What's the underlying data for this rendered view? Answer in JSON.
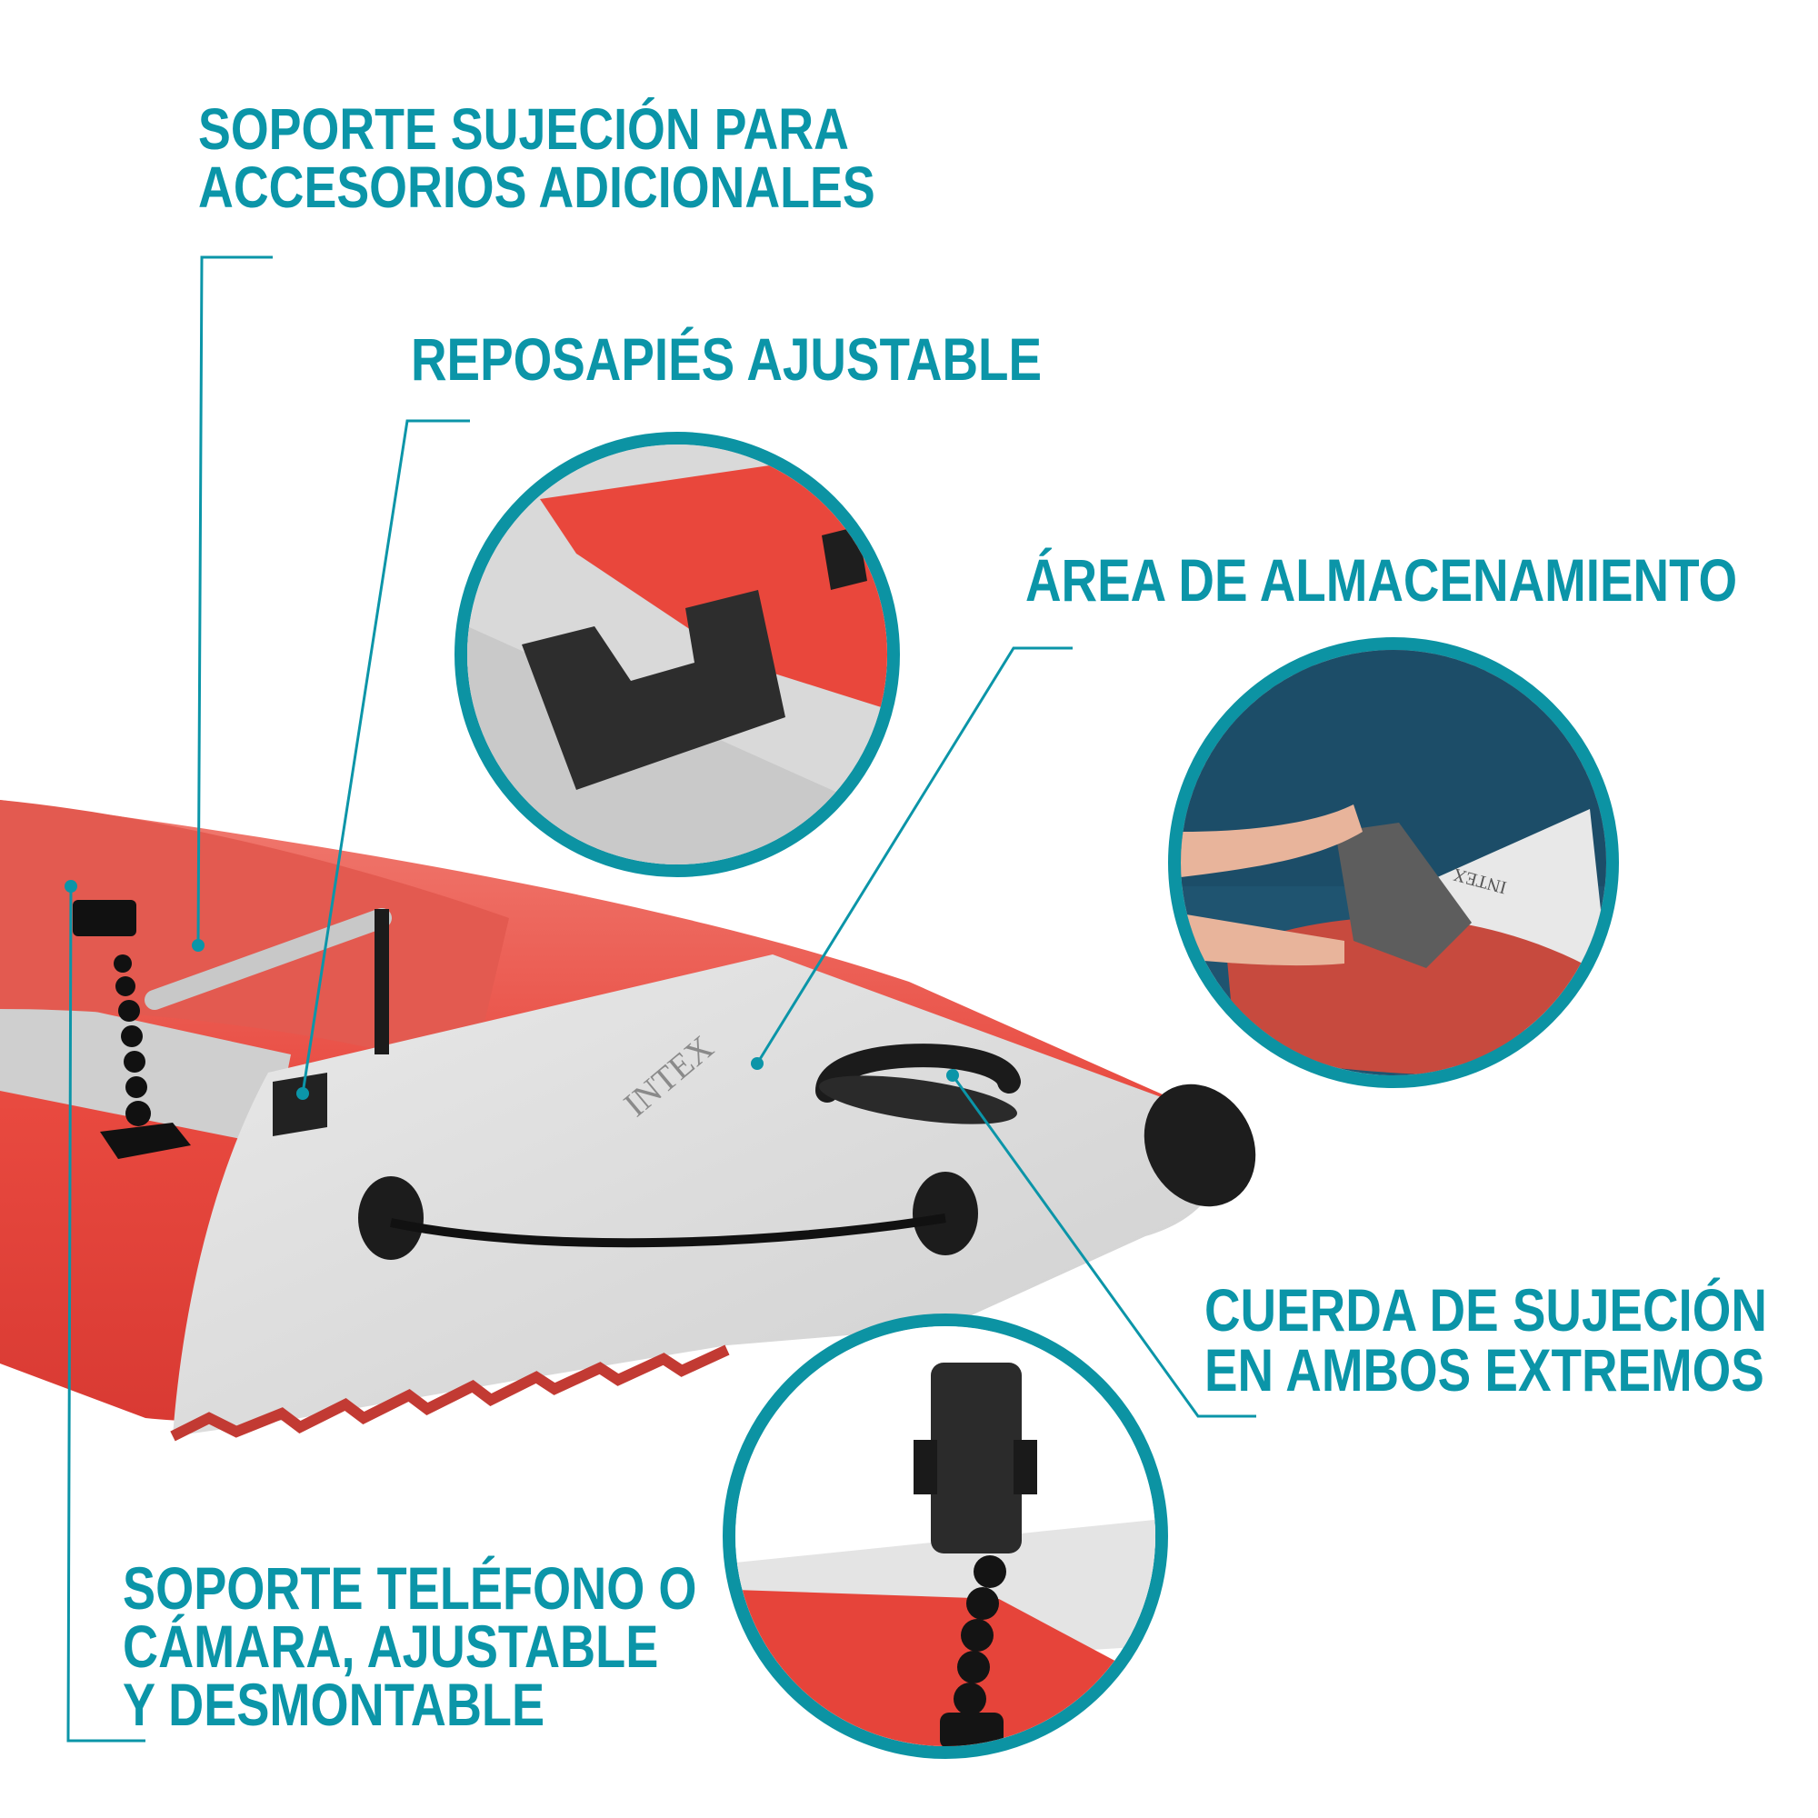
{
  "accent_color": "#0b95a8",
  "callouts": [
    {
      "id": "accessory-mount",
      "lines": [
        "SOPORTE SUJECIÓN PARA",
        "ACCESORIOS ADICIONALES"
      ]
    },
    {
      "id": "footrest",
      "lines": [
        "REPOSAPIÉS AJUSTABLE"
      ]
    },
    {
      "id": "storage-area",
      "lines": [
        "ÁREA DE ALMACENAMIENTO"
      ]
    },
    {
      "id": "bungee-cord",
      "lines": [
        "CUERDA DE SUJECIÓN",
        "EN AMBOS EXTREMOS"
      ]
    },
    {
      "id": "phone-mount",
      "lines": [
        "SOPORTE TELÉFONO O",
        "CÁMARA, AJUSTABLE",
        "Y DESMONTABLE"
      ]
    }
  ],
  "detail_images": [
    {
      "id": "footrest-detail",
      "subject": "adjustable footrest with textured pads"
    },
    {
      "id": "storage-detail",
      "subject": "person placing dry bag in bow storage",
      "brand_text": "INTEX"
    },
    {
      "id": "phone-detail",
      "subject": "smartphone in flexible ball-joint mount"
    }
  ],
  "kayak": {
    "brand_text": "INTEX",
    "hull_color": "#e8493f",
    "deck_color": "#dcdcdc"
  }
}
